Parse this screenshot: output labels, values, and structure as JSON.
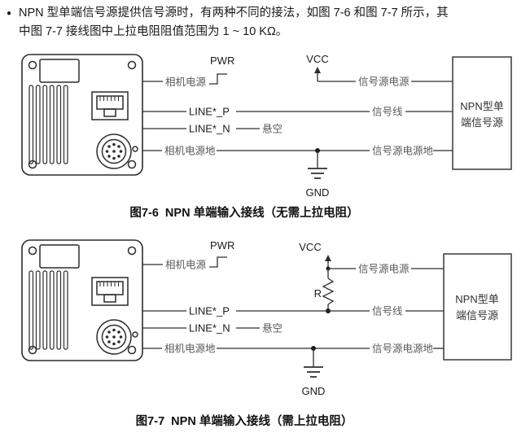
{
  "page": {
    "background": "#ffffff"
  },
  "colors": {
    "wire": "#2e2e2e",
    "label_gray": "#595959",
    "text_black": "#1a1a1a"
  },
  "intro": {
    "bullet": "●",
    "line1": "NPN 型单端信号源提供信号源时，有两种不同的接法，如图 7-6 和图 7-7 所示，其",
    "line2": "中图 7-7 接线图中上拉电阻阻值范围为 1 ~ 10 KΩ。"
  },
  "fig1": {
    "pwr": "PWR",
    "vcc": "VCC",
    "camera_power": "相机电源",
    "signal_source_power": "信号源电源",
    "line_p": "LINE*_P",
    "signal_line": "信号线",
    "line_n": "LINE*_N",
    "floating": "悬空",
    "camera_gnd": "相机电源地",
    "signal_source_gnd": "信号源电源地",
    "gnd": "GND",
    "box_line1": "NPN型单",
    "box_line2": "端信号源",
    "caption": "图7-6  NPN 单端输入接线（无需上拉电阻）"
  },
  "fig2": {
    "pwr": "PWR",
    "vcc": "VCC",
    "camera_power": "相机电源",
    "signal_source_power": "信号源电源",
    "resistor": "R",
    "line_p": "LINE*_P",
    "signal_line": "信号线",
    "line_n": "LINE*_N",
    "floating": "悬空",
    "camera_gnd": "相机电源地",
    "signal_source_gnd": "信号源电源地",
    "gnd": "GND",
    "box_line1": "NPN型单",
    "box_line2": "端信号源",
    "caption": "图7-7  NPN 单端输入接线（需上拉电阻）"
  }
}
